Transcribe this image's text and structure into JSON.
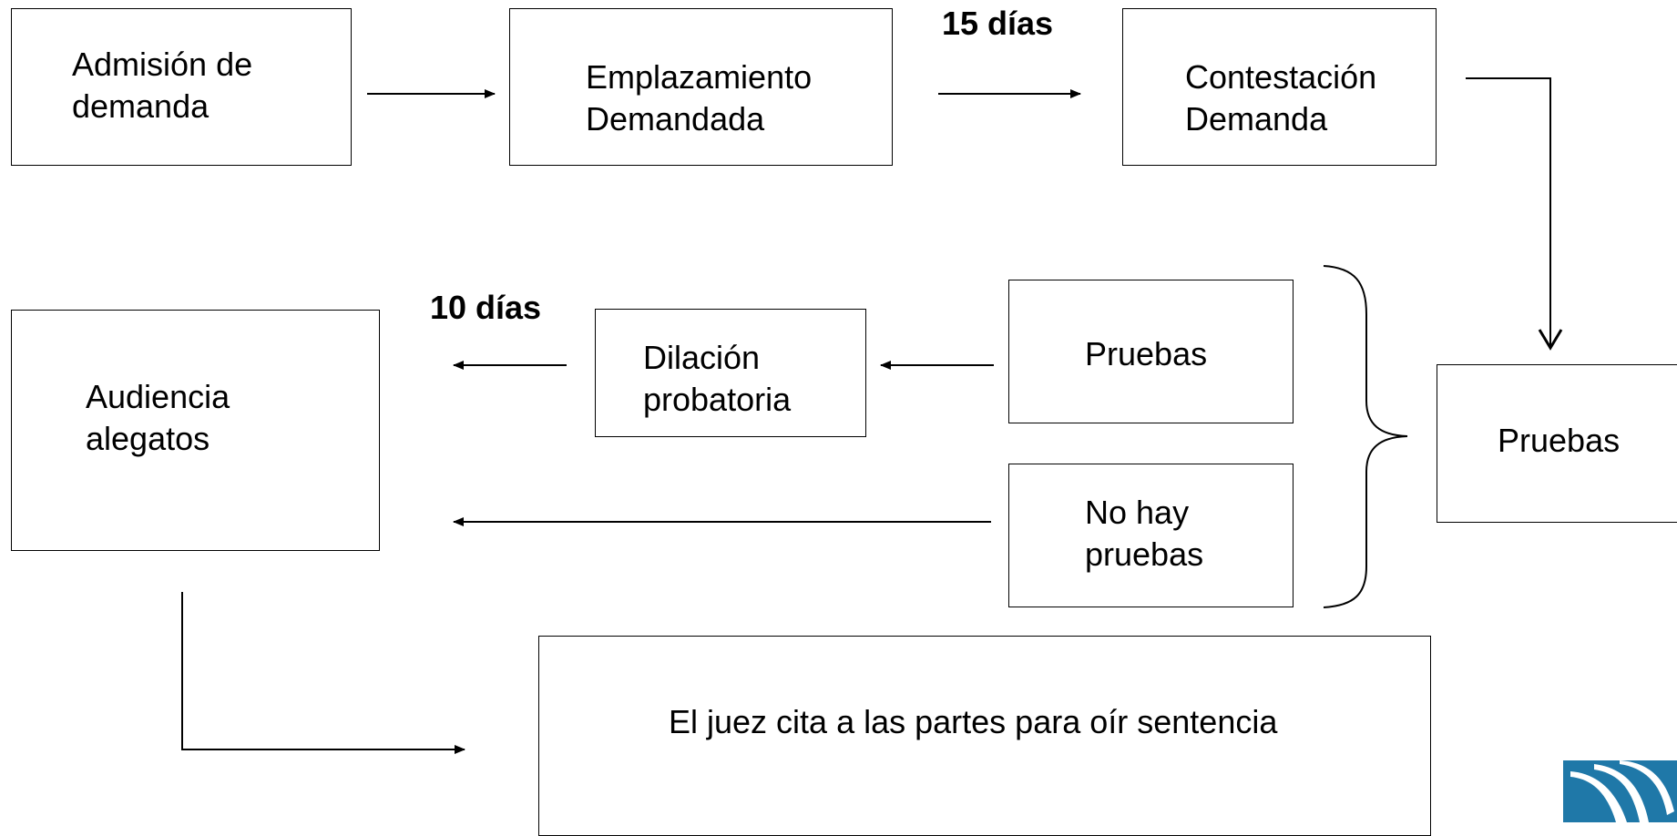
{
  "nodes": {
    "admision": "Admisión de\ndemanda",
    "emplazamiento": "Emplazamiento\nDemandada",
    "contestacion": "Contestación\nDemanda",
    "pruebas_main": "Pruebas",
    "pruebas_option": "Pruebas",
    "no_hay_pruebas": "No hay\npruebas",
    "dilacion": "Dilación\nprobatoria",
    "audiencia": "Audiencia\nalegatos",
    "sentencia": "El juez cita a las partes para oír sentencia"
  },
  "edge_labels": {
    "fifteen_days": "15 días",
    "ten_days": "10 días"
  },
  "colors": {
    "stroke": "#000000",
    "logo": "#1f78a8"
  },
  "logo": {
    "icon": "wing-logo-icon"
  }
}
